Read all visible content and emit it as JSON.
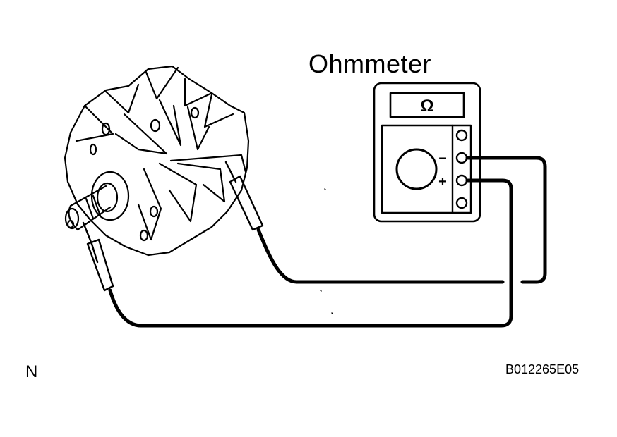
{
  "diagram": {
    "title": "Ohmmeter",
    "meter": {
      "unit_symbol": "Ω",
      "minus_label": "–",
      "plus_label": "+"
    },
    "corner_note": "N",
    "figure_code": "B012265E05"
  },
  "colors": {
    "ink": "#000000",
    "paper": "#ffffff"
  },
  "icons": {
    "meter_dial": "circle",
    "meter_jacks": "small-circles"
  }
}
